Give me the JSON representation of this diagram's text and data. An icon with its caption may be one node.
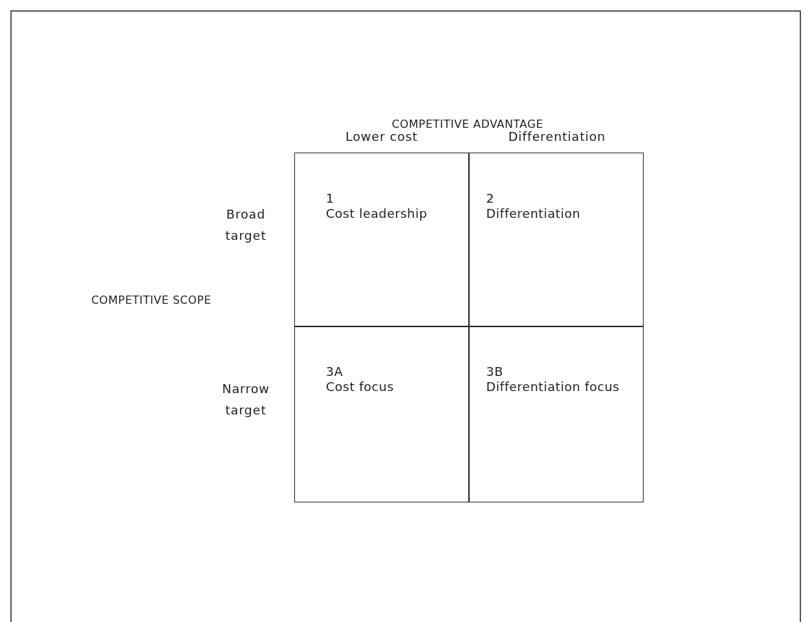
{
  "diagram": {
    "nodes": [
      {
        "text": [
          "1",
          "Cost leadership"
        ]
      },
      {
        "text": [
          "2",
          "Differentiation"
        ]
      },
      {
        "text": [
          "3A",
          "Cost focus"
        ]
      },
      {
        "text": [
          "3B",
          "Differentiation focus"
        ]
      }
    ],
    "labels": [
      "COMPETITIVE ADVANTAGE",
      "Lower cost",
      "Differentiation",
      "Broad target",
      "COMPETITIVE SCOPE",
      "Narrow target"
    ]
  }
}
